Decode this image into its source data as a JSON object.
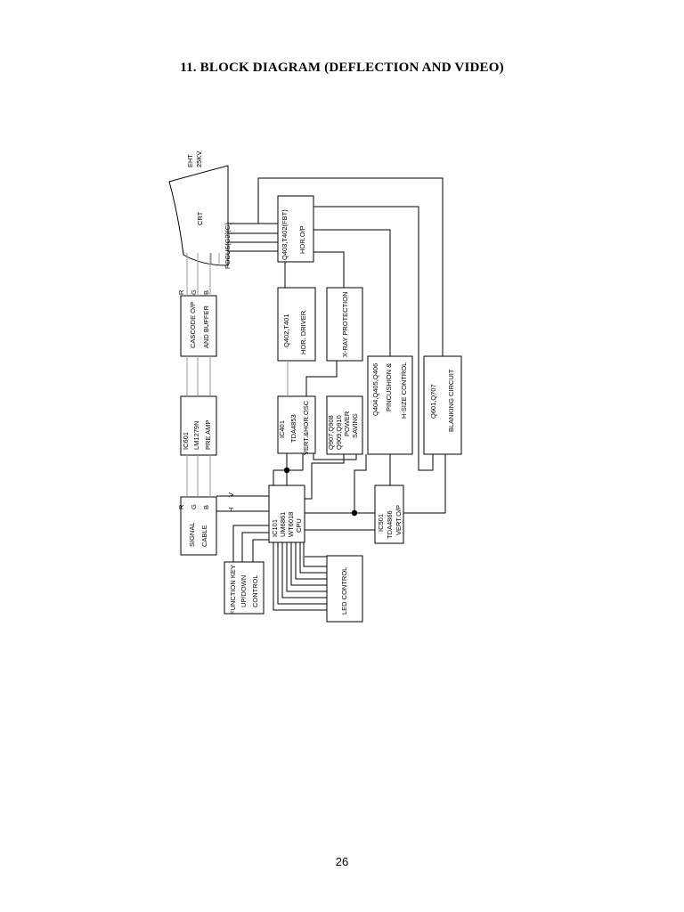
{
  "page": {
    "title": "11.    BLOCK DIAGRAM (DEFLECTION AND VIDEO)",
    "page_number": "26"
  },
  "diagram": {
    "crt": {
      "label": "CRT",
      "eht_line1": "EHT",
      "eht_line2": "25KV",
      "focus_label": "FOCUS(G2)(G)"
    },
    "rgb_labels": {
      "r": "R",
      "g": "G",
      "b": "B"
    },
    "hv_labels": {
      "h": "H",
      "v": "V"
    },
    "blocks": {
      "cascode": {
        "line1": "CASCODE O/P",
        "line2": "AND BUFFER"
      },
      "preamp": {
        "line1": "IC601",
        "line2": "LM1279N",
        "line3": "PRE AMP"
      },
      "signal_cable": {
        "line1": "SIGNAL",
        "line2": "CABLE"
      },
      "function_key": {
        "line1": "FUNCTION KEY",
        "line2": "UP/DOWN",
        "line3": "CONTROL"
      },
      "cpu": {
        "line1": "IC101",
        "line2": "UM6861",
        "line3": "WT6018",
        "line4": "CPU"
      },
      "led_control": {
        "line1": "LED CONTROL"
      },
      "tda4853": {
        "line1": "IC401",
        "line2": "TDA4853",
        "line3": "VERT.&HOR.OSC"
      },
      "power_saving": {
        "line1": "Q907,Q908",
        "line2": "Q909,Q910",
        "line3": "POWER",
        "line4": "SAVING"
      },
      "hor_driver": {
        "line1": "Q402,T401",
        "line2": "HOR. DRIVER"
      },
      "xray": {
        "line1": "X-RAY PROTECTION"
      },
      "hor_op": {
        "line1": "Q403,T402(FBT)",
        "line2": "HOR.O/P"
      },
      "pincushion": {
        "line1": "Q404,Q405,Q406",
        "line2": "PINCUSHION &",
        "line3": "H-SIZE CONTROL"
      },
      "blanking": {
        "line1": "Q601,Q707",
        "line2": "BLANKING CIRCUIT"
      },
      "vert_op": {
        "line1": "IC501",
        "line2": "TDA4866",
        "line3": "VERT.O/P"
      }
    }
  }
}
